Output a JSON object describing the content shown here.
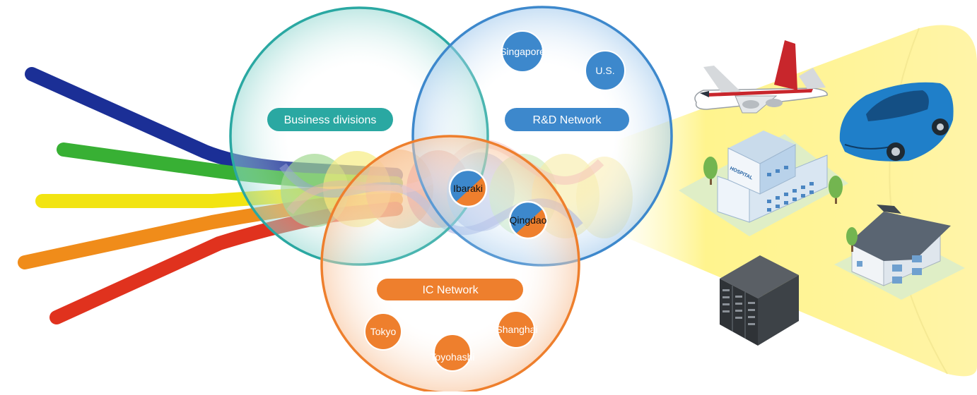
{
  "groups": {
    "business": {
      "label": "Business divisions",
      "color": "#2aa8a2"
    },
    "rnd": {
      "label": "R&D Network",
      "color": "#3d88cc"
    },
    "ic": {
      "label": "IC Network",
      "color": "#ee7f2d"
    }
  },
  "nodes": {
    "singapore": "Singapore",
    "us": "U.S.",
    "ibaraki": "Ibaraki",
    "qingdao": "Qingdao",
    "tokyo": "Tokyo",
    "toyohashi": "Toyohashi",
    "shanghai": "Shanghai"
  },
  "illustration": {
    "hospital_sign": "HOSPITAL"
  },
  "cable_colors": [
    "#1b2f96",
    "#38b034",
    "#f2e412",
    "#f08c1a",
    "#e0321e"
  ]
}
